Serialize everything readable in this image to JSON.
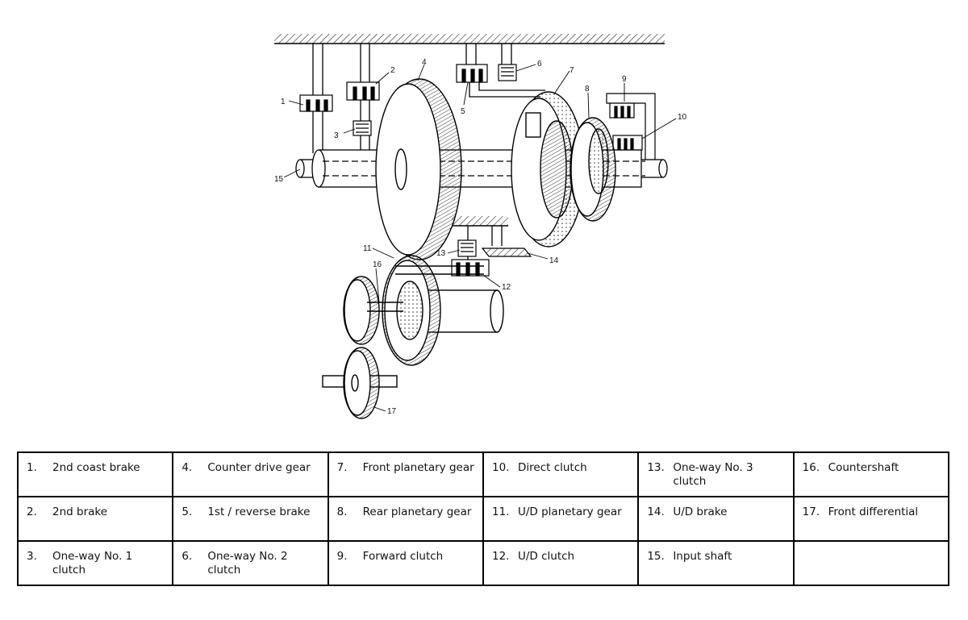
{
  "callouts": [
    "1",
    "2",
    "3",
    "4",
    "5",
    "6",
    "7",
    "8",
    "9",
    "10",
    "11",
    "12",
    "13",
    "14",
    "15",
    "16",
    "17"
  ],
  "legend": {
    "rows": [
      [
        {
          "num": "1.",
          "label": "2nd coast brake"
        },
        {
          "num": "4.",
          "label": "Counter drive gear"
        },
        {
          "num": "7.",
          "label": "Front planetary gear"
        },
        {
          "num": "10.",
          "label": "Direct clutch"
        },
        {
          "num": "13.",
          "label": "One-way No. 3 clutch"
        },
        {
          "num": "16.",
          "label": "Countershaft"
        }
      ],
      [
        {
          "num": "2.",
          "label": "2nd brake"
        },
        {
          "num": "5.",
          "label": "1st / reverse brake"
        },
        {
          "num": "8.",
          "label": "Rear planetary gear"
        },
        {
          "num": "11.",
          "label": "U/D planetary gear"
        },
        {
          "num": "14.",
          "label": "U/D brake"
        },
        {
          "num": "17.",
          "label": "Front differential"
        }
      ],
      [
        {
          "num": "3.",
          "label": "One-way No. 1 clutch"
        },
        {
          "num": "6.",
          "label": "One-way No. 2 clutch"
        },
        {
          "num": "9.",
          "label": "Forward clutch"
        },
        {
          "num": "12.",
          "label": "U/D clutch"
        },
        {
          "num": "15.",
          "label": "Input shaft"
        },
        {
          "num": "",
          "label": ""
        }
      ]
    ]
  }
}
